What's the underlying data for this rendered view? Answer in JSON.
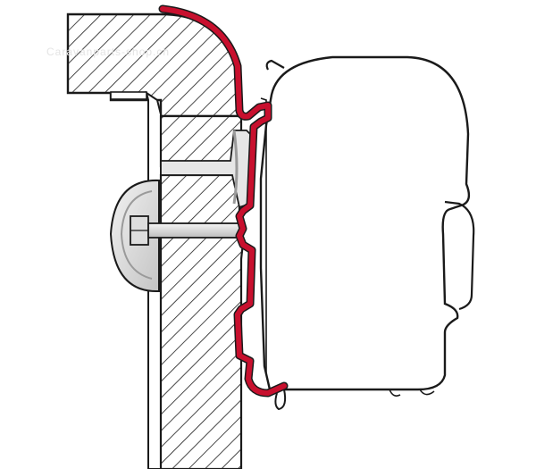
{
  "diagram": {
    "watermark_text": "Caravanparts-shop.ch",
    "colors": {
      "adapter_rail": "#c8102e",
      "outline": "#1a1a1a",
      "hatch": "#1a1a1a",
      "fill_white": "#ffffff",
      "light_gray": "#e6e6e6",
      "mid_gray": "#bcbcbc"
    },
    "parts": [
      "wall-section",
      "roof-corner",
      "adapter-rail",
      "awning-cassette",
      "mounting-bolt",
      "washer",
      "t-slot-insert"
    ]
  }
}
